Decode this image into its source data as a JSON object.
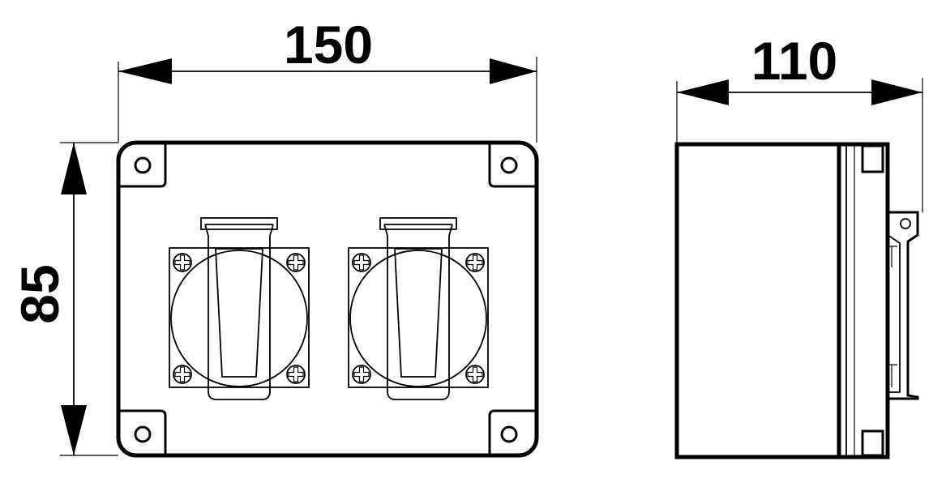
{
  "dimensions": {
    "width": "150",
    "height": "85",
    "depth": "110"
  },
  "colors": {
    "line": "#000000",
    "background": "#ffffff"
  }
}
